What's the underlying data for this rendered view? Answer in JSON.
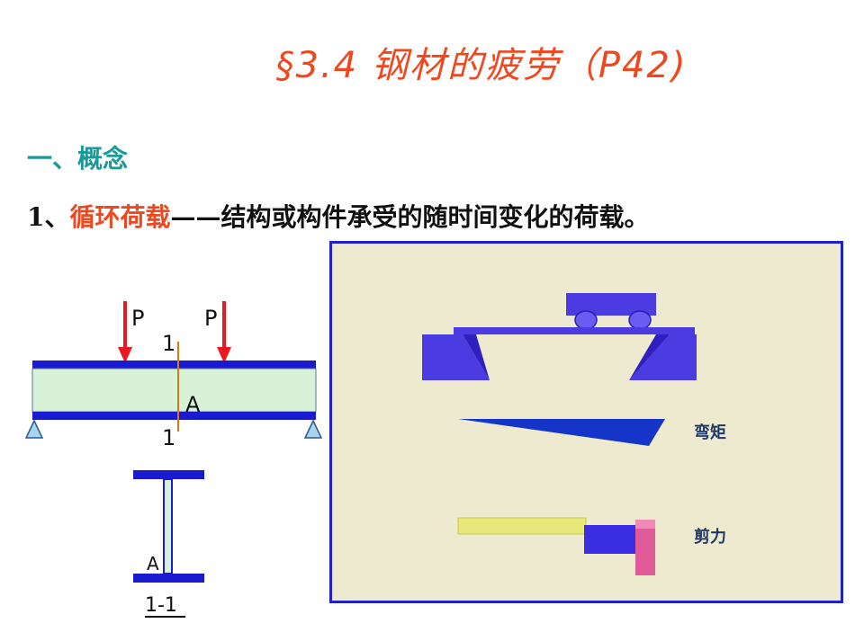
{
  "title": "§3.4 钢材的疲劳（P42)",
  "section_heading": "一、概念",
  "concept": {
    "number": "1、",
    "term": "循环荷载",
    "dash": "——",
    "definition": "结构或构件承受的随时间变化的荷载。"
  },
  "beam_diagram": {
    "load_label_1": "P",
    "load_label_2": "P",
    "section_mark_top": "1",
    "section_mark_bottom": "1",
    "point_label": "A",
    "section_point_label": "A",
    "section_caption": "1-1",
    "colors": {
      "flange": "#1a1ad0",
      "web_fill": "#d8f2d8",
      "load_arrow": "#e8191f",
      "section_line": "#e07a10",
      "support": "#a8d4ee"
    }
  },
  "animation_panel": {
    "moment_label": "弯矩",
    "shear_label": "剪力",
    "colors": {
      "border": "#2020c8",
      "background": "#eeead0",
      "frame": "#4a3ce0",
      "moment": "#1535c8",
      "shear_bar": "#e8e87a",
      "shear_block": "#3a2ee0",
      "pink_block": "#e05a9a"
    }
  }
}
